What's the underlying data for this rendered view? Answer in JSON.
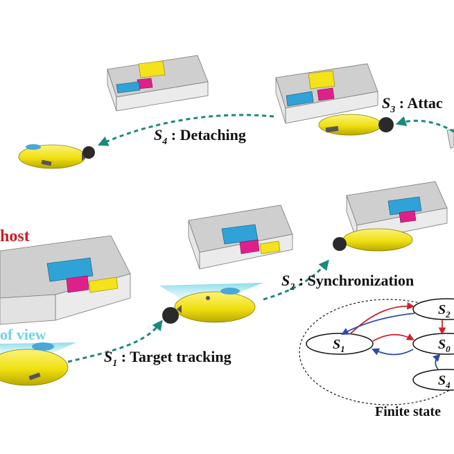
{
  "labels": {
    "s1_sym": "S",
    "s1_sub": "1",
    "s1_text": " : Target tracking",
    "s2_sym": "S",
    "s2_sub": "2",
    "s2_text": " : Synchronization",
    "s3_sym": "S",
    "s3_sub": "3",
    "s3_text": " : Attac",
    "s4_sym": "S",
    "s4_sub": "4",
    "s4_text": " : Detaching",
    "host": "host",
    "field_of_view": "of view",
    "fsm_title": "Finite state"
  },
  "fsm": {
    "nodes": [
      {
        "sym": "S",
        "sub": "1"
      },
      {
        "sym": "S",
        "sub": "0"
      },
      {
        "sym": "S",
        "sub": "2"
      },
      {
        "sym": "S",
        "sub": "4"
      }
    ]
  },
  "colors": {
    "robot_body": "#f2e614",
    "robot_dark": "#333333",
    "fov": "#8ee0ee",
    "arrow_path": "#1a8a7a",
    "fsm_red": "#d0202a",
    "fsm_blue": "#2a4ab0",
    "box_gray": "#d9d9d9",
    "block_cyan": "#2fa3d8",
    "block_magenta": "#e0208a",
    "block_yellow": "#f4e21a",
    "host_text": "#c8202a"
  }
}
